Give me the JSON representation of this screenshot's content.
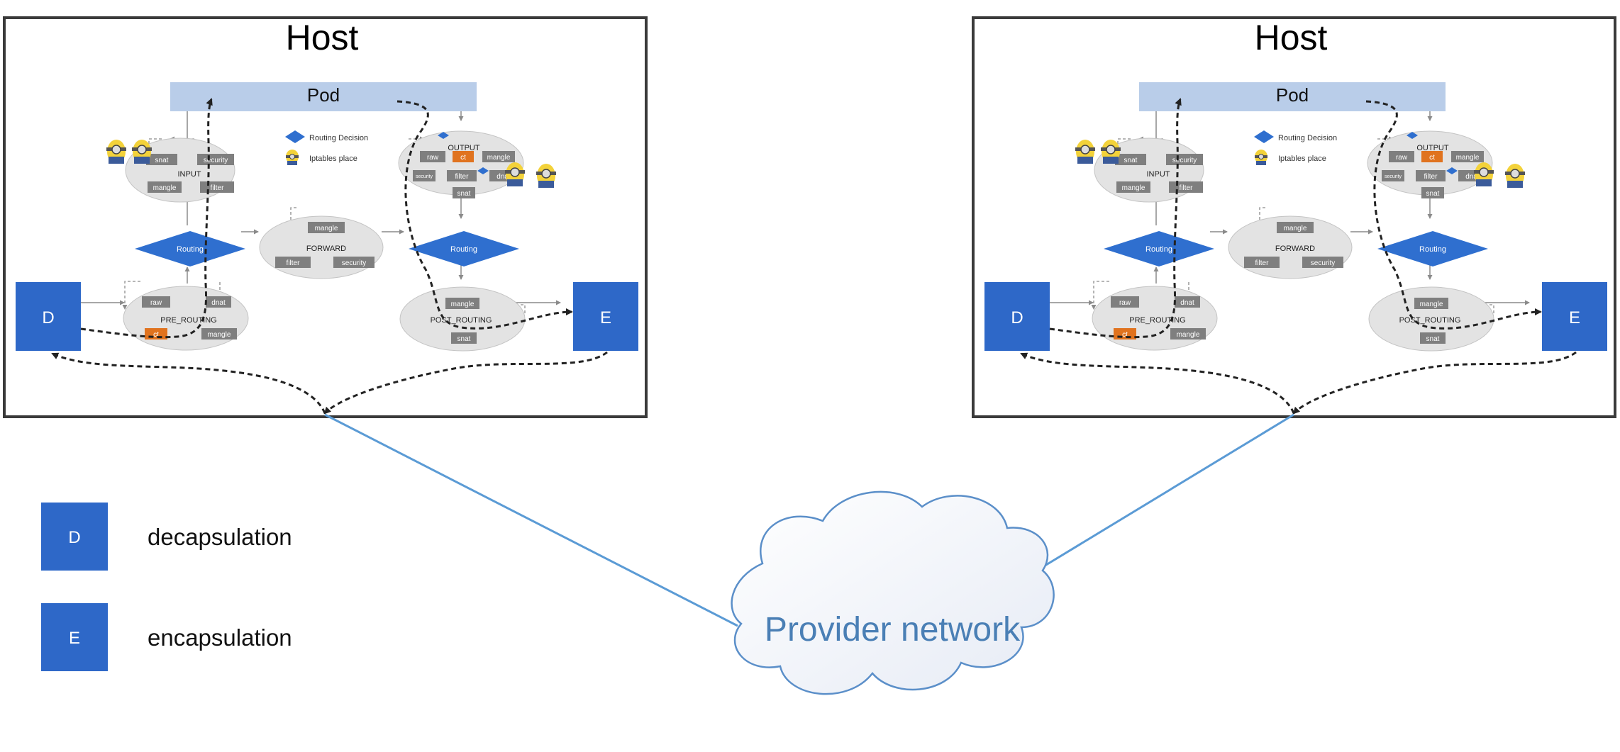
{
  "colors": {
    "host_border": "#3a3a3a",
    "pod_fill": "#b9cde9",
    "routing_fill": "#2f6fcf",
    "box_fill": "#7f7f7f",
    "ct_fill": "#e0731f",
    "ellipse_fill": "#e3e3e3",
    "link_line": "#5b9bd5",
    "cloud_text": "#4a7fb5"
  },
  "hosts": [
    {
      "title": "Host",
      "pod": "Pod",
      "legend": {
        "routing_decision": "Routing Decision",
        "iptables_place": "Iptables place"
      },
      "input": {
        "label": "INPUT",
        "snat": "snat",
        "security": "security",
        "mangle": "mangle",
        "filter": "filter"
      },
      "output": {
        "label": "OUTPUT",
        "raw": "raw",
        "ct": "ct",
        "mangle": "mangle",
        "security": "security",
        "filter": "filter",
        "dnat": "dnat",
        "snat": "snat"
      },
      "forward": {
        "label": "FORWARD",
        "mangle": "mangle",
        "filter": "filter",
        "security": "security"
      },
      "pre_routing": {
        "label": "PRE_ROUTING",
        "raw": "raw",
        "dnat": "dnat",
        "ct": "ct",
        "mangle": "mangle"
      },
      "post_routing": {
        "label": "POST_ROUTING",
        "mangle": "mangle",
        "snat": "snat"
      },
      "routing_left": "Routing",
      "routing_right": "Routing",
      "decap": "D",
      "encap": "E"
    },
    {
      "title": "Host",
      "pod": "Pod",
      "legend": {
        "routing_decision": "Routing Decision",
        "iptables_place": "Iptables place"
      },
      "input": {
        "label": "INPUT",
        "snat": "snat",
        "security": "security",
        "mangle": "mangle",
        "filter": "filter"
      },
      "output": {
        "label": "OUTPUT",
        "raw": "raw",
        "ct": "ct",
        "mangle": "mangle",
        "security": "security",
        "filter": "filter",
        "dnat": "dnat",
        "snat": "snat"
      },
      "forward": {
        "label": "FORWARD",
        "mangle": "mangle",
        "filter": "filter",
        "security": "security"
      },
      "pre_routing": {
        "label": "PRE_ROUTING",
        "raw": "raw",
        "dnat": "dnat",
        "ct": "ct",
        "mangle": "mangle"
      },
      "post_routing": {
        "label": "POST_ROUTING",
        "mangle": "mangle",
        "snat": "snat"
      },
      "routing_left": "Routing",
      "routing_right": "Routing",
      "decap": "D",
      "encap": "E"
    }
  ],
  "legend": {
    "d_symbol": "D",
    "d_text": "decapsulation",
    "e_symbol": "E",
    "e_text": "encapsulation"
  },
  "cloud": {
    "label": "Provider network"
  }
}
